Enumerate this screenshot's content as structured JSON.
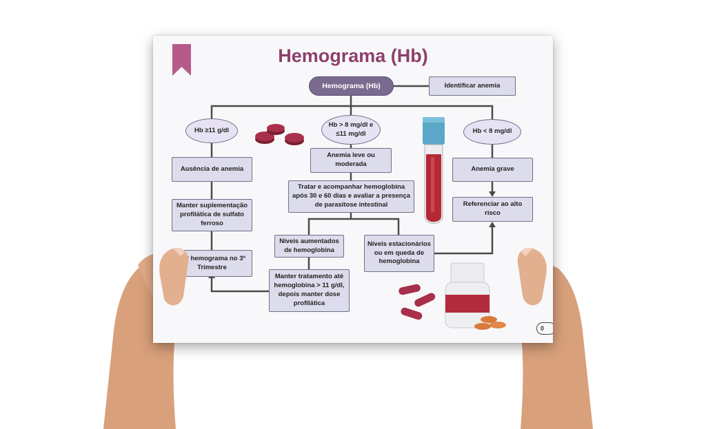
{
  "title": "Hemograma (Hb)",
  "start_node": "Hemograma (Hb)",
  "identify_node": "Identificar anemia",
  "branches": {
    "left": {
      "condition": "Hb ≥11 g/dl",
      "step1": "Ausência de anemia",
      "step2": "Manter suplementação profilática de sulfato ferroso",
      "step3": "etir hemograma no 3º Trimestre"
    },
    "middle": {
      "condition": "Hb > 8 mg/dl e ≤11 mg/dl",
      "step1": "Anemia leve ou moderada",
      "step2": "Tratar e acompanhar hemoglobina após 30 e 60 dias e avaliar a presença de parasitose intestinal",
      "sub_left": "Níveis aumentados de hemoglobina",
      "sub_left_next": "Manter tratamento até hemoglobina > 11 g/dl, depois manter dose profilática",
      "sub_right": "Níveis estacionários ou em queda de hemoglobina"
    },
    "right": {
      "condition": "Hb < 8 mg/dl",
      "step1": "Anemia grave",
      "step2": "Referenciar ao alto risco"
    }
  },
  "page_number": "0",
  "colors": {
    "title": "#8e3f6a",
    "bookmark": "#b55a8a",
    "box_fill": "#dcdcec",
    "oval_fill": "#e8e3f4",
    "start_fill": "#7b6a8f",
    "connector": "#4a4a4a"
  },
  "icons": [
    "bookmark-icon",
    "pill-tablets-icon",
    "blood-tube-icon",
    "capsules-icon",
    "medicine-bottle-icon"
  ]
}
